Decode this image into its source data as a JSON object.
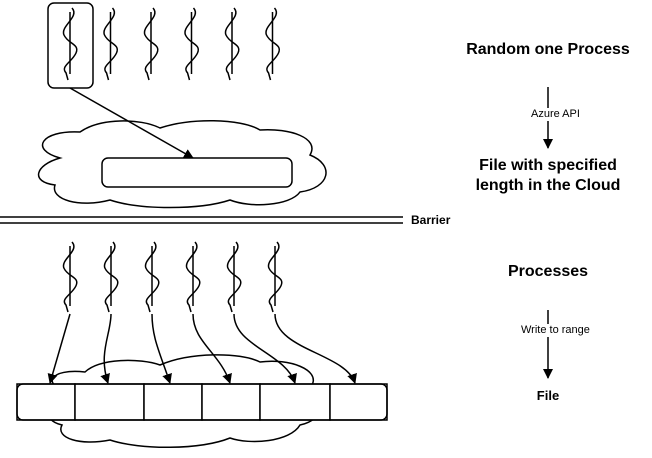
{
  "labels": {
    "top_title": "Random one Process",
    "top_edge": "Azure API",
    "top_result_line1": "File with specified",
    "top_result_line2": "length in the Cloud",
    "barrier": "Barrier",
    "bottom_title": "Processes",
    "bottom_edge": "Write to range",
    "bottom_result": "File"
  },
  "counts": {
    "top_processes": 6,
    "bottom_processes": 6,
    "file_segments": 6
  }
}
